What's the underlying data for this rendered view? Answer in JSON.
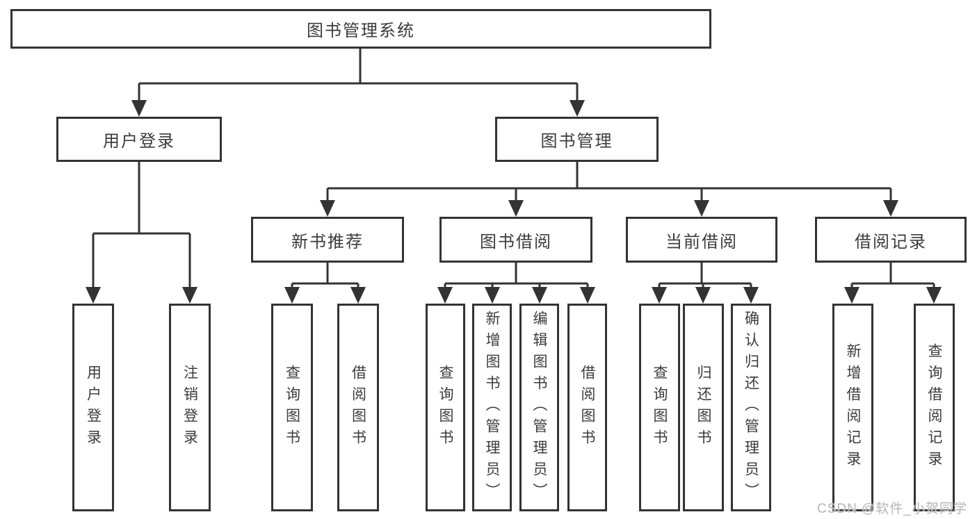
{
  "diagram": {
    "title": "图书管理系统",
    "level2": [
      {
        "label": "用户登录"
      },
      {
        "label": "图书管理"
      }
    ],
    "level3": [
      {
        "label": "新书推荐",
        "parent": "图书管理"
      },
      {
        "label": "图书借阅",
        "parent": "图书管理"
      },
      {
        "label": "当前借阅",
        "parent": "图书管理"
      },
      {
        "label": "借阅记录",
        "parent": "图书管理"
      }
    ],
    "leaves": [
      {
        "label": "用户登录",
        "parent": "用户登录"
      },
      {
        "label": "注销登录",
        "parent": "用户登录"
      },
      {
        "label": "查询图书",
        "parent": "新书推荐"
      },
      {
        "label": "借阅图书",
        "parent": "新书推荐"
      },
      {
        "label": "查询图书",
        "parent": "图书借阅"
      },
      {
        "label": "新增图书（管理员）",
        "parent": "图书借阅"
      },
      {
        "label": "编辑图书（管理员）",
        "parent": "图书借阅"
      },
      {
        "label": "借阅图书",
        "parent": "图书借阅"
      },
      {
        "label": "查询图书",
        "parent": "当前借阅"
      },
      {
        "label": "归还图书",
        "parent": "当前借阅"
      },
      {
        "label": "确认归还（管理员）",
        "parent": "当前借阅"
      },
      {
        "label": "新增借阅记录",
        "parent": "借阅记录"
      },
      {
        "label": "查询借阅记录",
        "parent": "借阅记录"
      }
    ]
  },
  "watermark": {
    "text": "CSDN @软件_小贺同学"
  },
  "colors": {
    "line": "#333333",
    "box_border": "#333333",
    "text": "#3b3b3b",
    "watermark": "#b4b4b4",
    "background": "#ffffff"
  }
}
